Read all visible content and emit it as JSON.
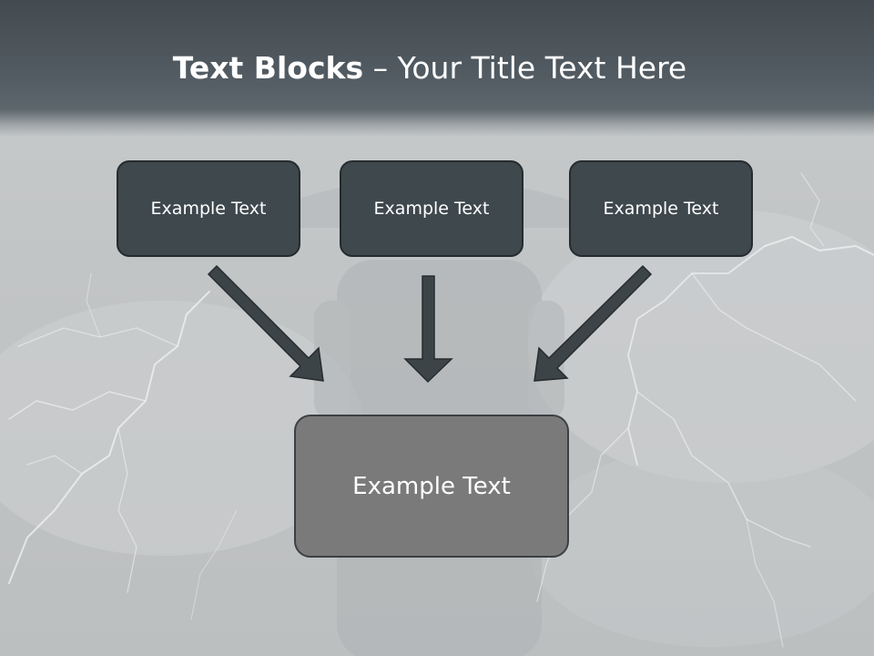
{
  "slide": {
    "title_bold": "Text Blocks",
    "title_dash": " – ",
    "title_rest": "Your Title Text Here"
  },
  "blocks": {
    "left": "Example Text",
    "middle": "Example Text",
    "right": "Example Text",
    "result": "Example Text"
  },
  "colors": {
    "header": "#4a5257",
    "small_box": "#3e484d",
    "big_box": "#7a7a7a",
    "arrow": "#3c4448"
  }
}
